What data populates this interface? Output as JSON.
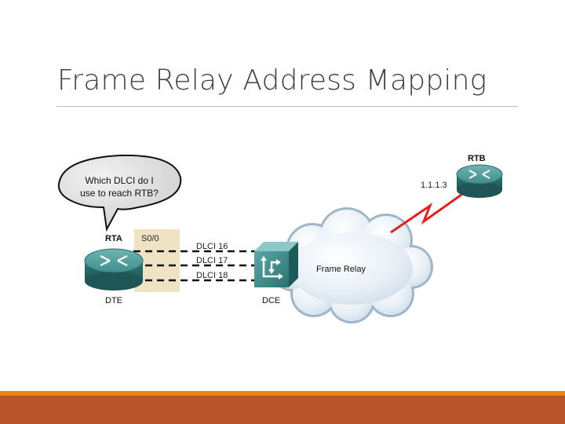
{
  "slide": {
    "title": "Frame Relay Address Mapping"
  },
  "diagram": {
    "speech_bubble": {
      "line1": "Which DLCI do I",
      "line2": "use to reach RTB?"
    },
    "rta": {
      "name": "RTA",
      "role": "DTE",
      "interface": "S0/0"
    },
    "rtb": {
      "name": "RTB",
      "address": "1.1.1.3"
    },
    "links": [
      "DLCI 16",
      "DLCI 17",
      "DLCI 18"
    ],
    "switch_role": "DCE",
    "cloud_label": "Frame Relay",
    "colors": {
      "router_body": "#2f7878",
      "cloud": "#dfe9f2",
      "interface_panel": "#efe3c4",
      "lightning": "#e22020",
      "footer_orange": "#e8841a",
      "footer_rust": "#b8552a"
    }
  }
}
